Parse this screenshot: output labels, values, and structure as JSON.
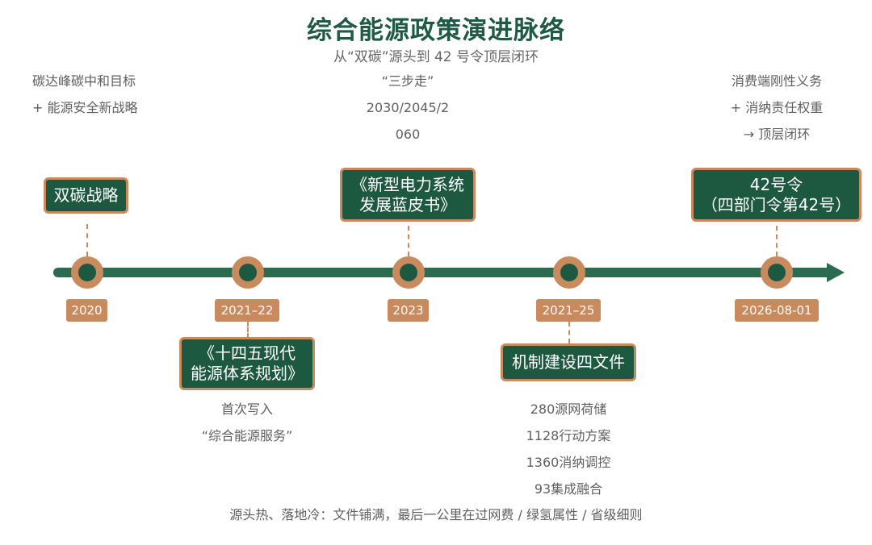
{
  "header": {
    "title": "综合能源政策演进脉络",
    "subtitle": "从“双碳”源头到 42 号令顶层闭环"
  },
  "events": [
    {
      "date": "2020",
      "label_lines": [
        "双碳战略"
      ],
      "notes": [
        "碳达峰碳中和目标",
        "+ 能源安全新战略"
      ]
    },
    {
      "date": "2021–22",
      "label_lines": [
        "《十四五现代",
        "能源体系规划》"
      ],
      "notes": [
        "首次写入",
        "“综合能源服务”"
      ]
    },
    {
      "date": "2023",
      "label_lines": [
        "《新型电力系统",
        "发展蓝皮书》"
      ],
      "notes": [
        "“三步走”",
        "2030/2045/2",
        "060"
      ]
    },
    {
      "date": "2021–25",
      "label_lines": [
        "机制建设四文件"
      ],
      "notes": [
        "280源网荷储",
        "1128行动方案",
        "1360消纳调控",
        "93集成融合"
      ]
    },
    {
      "date": "2026-08-01",
      "label_lines": [
        "42号令",
        "（四部门令第42号）"
      ],
      "notes": [
        "消费端刚性义务",
        "+ 消纳责任权重",
        "→ 顶层闭环"
      ]
    }
  ],
  "footer": "源头热、落地冷：文件铺满，最后一公里在过网费 / 绿氢属性 / 省级细则",
  "colors": {
    "primary_green": "#1d5841",
    "accent_copper": "#c98a5e",
    "title_green": "#1f5a44"
  }
}
